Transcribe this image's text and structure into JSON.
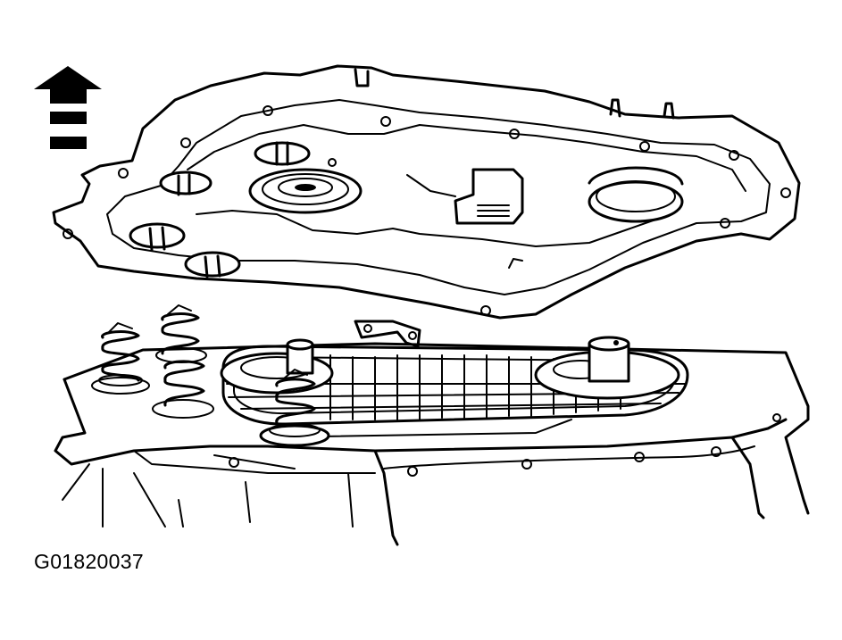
{
  "figure": {
    "id_label": "G01820037",
    "parts": [
      "direction-arrow",
      "case-cover-plate",
      "transmission-case",
      "drive-chain",
      "drive-sprocket",
      "driven-sprocket",
      "accumulator-springs"
    ]
  }
}
